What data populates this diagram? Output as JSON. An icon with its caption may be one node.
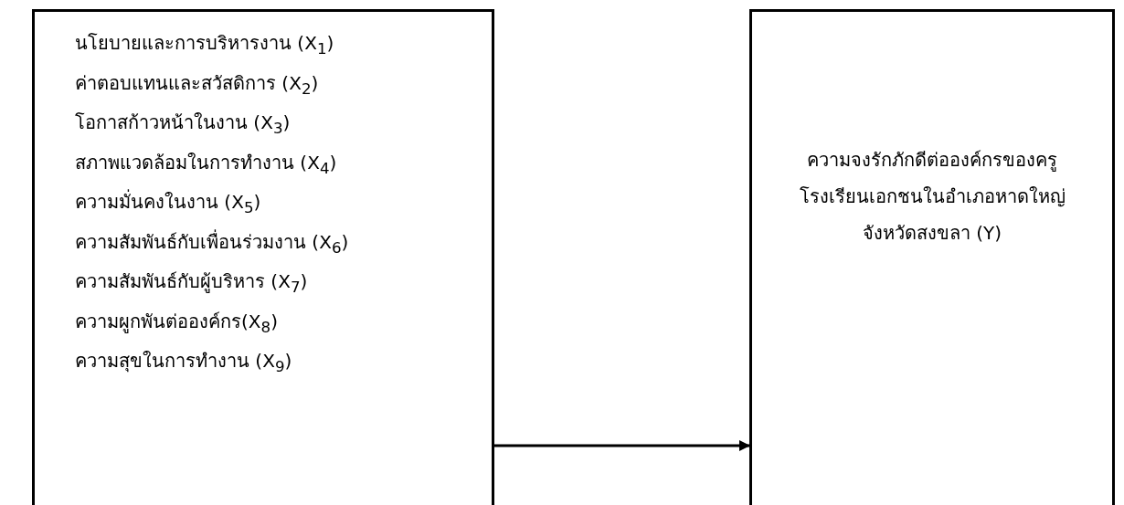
{
  "diagram": {
    "nodes": [
      {
        "text": [
          "นโยบายและการบริหารงาน (X$_{1}$)",
          "ค่าตอบแทนและสวัสดิการ (X$_{2}$)",
          "โอกาสก้าวหน้าในงาน (X$_{3}$)",
          "สภาพแวดล้อมในการทำงาน (X$_{4}$)",
          "ความมั่นคงในงาน (X$_{5}$)",
          "ความสัมพันธ์กับเพื่อนร่วมงาน (X$_{6}$)",
          "ความสัมพันธ์กับผู้บริหาร (X$_{7}$)",
          "ความผูกพันต่อองค์กร(X$_{8}$)",
          "ความสุขในการทำงาน (X$_{9}$)"
        ]
      },
      {
        "text": [
          "ความจงรักภักดีต่อองค์กรของครูโรงเรียนเอกชนในอำเภอหาดใหญ่ จังหวัดสงขลา (Y)"
        ]
      }
    ],
    "edges": [
      {
        "from": 0,
        "to": 1,
        "arrow": "to"
      }
    ]
  }
}
